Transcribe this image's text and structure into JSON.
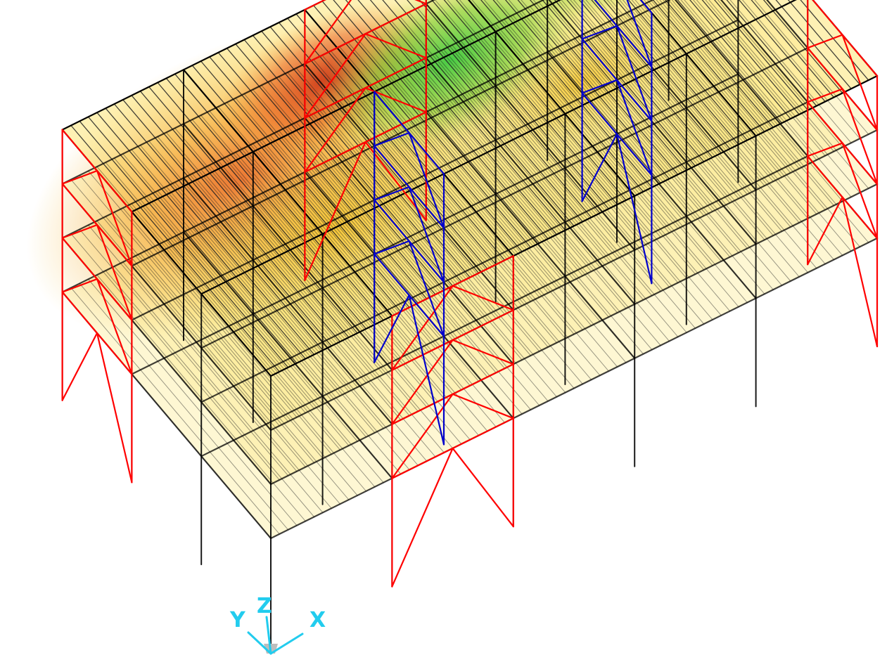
{
  "view": {
    "background": "#ffffff",
    "shell_fill": "#fde677",
    "frame_color": "#000000",
    "brace_perimeter_color": "#ff0000",
    "brace_interior_color": "#0000cc",
    "axis_color": "#22ccee",
    "contour_colors": [
      "#f7e27a",
      "#f5c342",
      "#f39a2a",
      "#e8581c",
      "#d63a12",
      "#b8e05a",
      "#7fd23a",
      "#34c83c"
    ]
  },
  "axes": {
    "x_label": "X",
    "y_label": "Y",
    "z_label": "Z"
  }
}
